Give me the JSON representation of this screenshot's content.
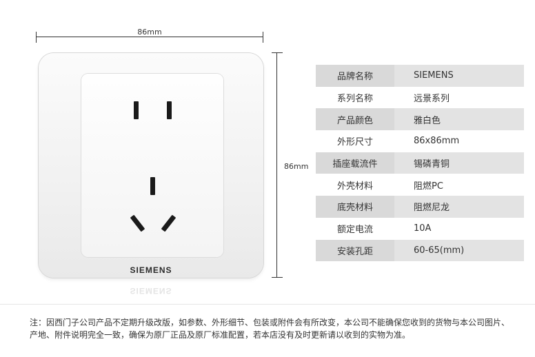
{
  "dimensions": {
    "width_label": "86mm",
    "height_label": "86mm"
  },
  "product": {
    "brand_mark": "SIEMENS"
  },
  "specs": [
    {
      "key": "品牌名称",
      "value": "SIEMENS"
    },
    {
      "key": "系列名称",
      "value": "远景系列"
    },
    {
      "key": "产品颜色",
      "value": "雅白色"
    },
    {
      "key": "外形尺寸",
      "value": "86x86mm"
    },
    {
      "key": "插座载流件",
      "value": "锡磷青铜"
    },
    {
      "key": "外壳材料",
      "value": "阻燃PC"
    },
    {
      "key": "底壳材料",
      "value": "阻燃尼龙"
    },
    {
      "key": "额定电流",
      "value": "10A"
    },
    {
      "key": "安装孔距",
      "value": "60-65(mm)"
    }
  ],
  "note": "注：因西门子公司产品不定期升级改版，如参数、外形细节、包装或附件会有所改变，本公司不能确保您收到的货物与本公司图片、产地、附件说明完全一致，确保为原厂正品及原厂标准配置，若本店没有及时更新请以收到的实物为准。",
  "colors": {
    "row_stripe": "#e3e3e3",
    "key_stripe": "#d9d9d9",
    "slot": "#1a1a1a"
  }
}
